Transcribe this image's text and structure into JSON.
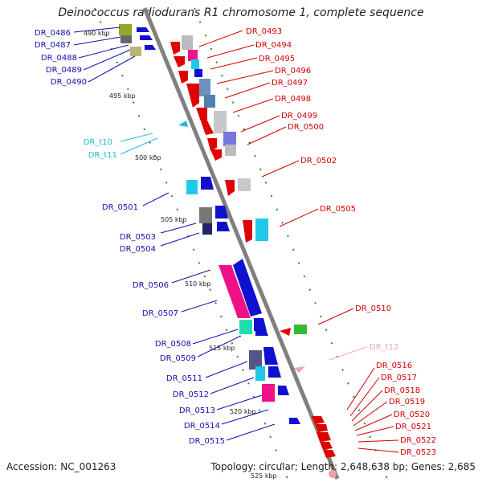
{
  "title": "Deinococcus radiodurans R1 chromosome 1, complete sequence",
  "accession": "Accession: NC_001263",
  "summary": "Topology: circular; Length: 2,648,638 bp; Genes: 2,685",
  "colors": {
    "forward_label": "#d40000",
    "reverse_label": "#1010b0",
    "trna_label": "#22bbdd",
    "pink_label": "#f0a0c8",
    "axis": "#808080",
    "tick": "#2a8a2a"
  },
  "scale_labels": [
    {
      "kbp": 490,
      "text": "490 kbp"
    },
    {
      "kbp": 495,
      "text": "495 kbp"
    },
    {
      "kbp": 500,
      "text": "500 kbp"
    },
    {
      "kbp": 505,
      "text": "505 kbp"
    },
    {
      "kbp": 510,
      "text": "510 kbp"
    },
    {
      "kbp": 515,
      "text": "515 kbp"
    },
    {
      "kbp": 520,
      "text": "520 kbp"
    },
    {
      "kbp": 525,
      "text": "525 kbp"
    }
  ],
  "left_labels": [
    {
      "text": "DR_0486",
      "color": "#1010b0"
    },
    {
      "text": "DR_0487",
      "color": "#1010b0"
    },
    {
      "text": "DR_0488",
      "color": "#1010b0"
    },
    {
      "text": "DR_0489",
      "color": "#1010b0"
    },
    {
      "text": "DR_0490",
      "color": "#1010b0"
    },
    {
      "text": "DR_t10",
      "color": "#22bbdd"
    },
    {
      "text": "DR_t11",
      "color": "#22bbdd"
    },
    {
      "text": "DR_0501",
      "color": "#1010b0"
    },
    {
      "text": "DR_0503",
      "color": "#1010b0"
    },
    {
      "text": "DR_0504",
      "color": "#1010b0"
    },
    {
      "text": "DR_0506",
      "color": "#1010b0"
    },
    {
      "text": "DR_0507",
      "color": "#1010b0"
    },
    {
      "text": "DR_0508",
      "color": "#1010b0"
    },
    {
      "text": "DR_0509",
      "color": "#1010b0"
    },
    {
      "text": "DR_0511",
      "color": "#1010b0"
    },
    {
      "text": "DR_0512",
      "color": "#1010b0"
    },
    {
      "text": "DR_0513",
      "color": "#1010b0"
    },
    {
      "text": "DR_0514",
      "color": "#1010b0"
    },
    {
      "text": "DR_0515",
      "color": "#1010b0"
    }
  ],
  "right_labels": [
    {
      "text": "DR_0493",
      "color": "#d40000"
    },
    {
      "text": "DR_0494",
      "color": "#d40000"
    },
    {
      "text": "DR_0495",
      "color": "#d40000"
    },
    {
      "text": "DR_0496",
      "color": "#d40000"
    },
    {
      "text": "DR_0497",
      "color": "#d40000"
    },
    {
      "text": "DR_0498",
      "color": "#d40000"
    },
    {
      "text": "DR_0499",
      "color": "#d40000"
    },
    {
      "text": "DR_0500",
      "color": "#d40000"
    },
    {
      "text": "DR_0502",
      "color": "#d40000"
    },
    {
      "text": "DR_0505",
      "color": "#d40000"
    },
    {
      "text": "DR_0510",
      "color": "#d40000"
    },
    {
      "text": "DR_t12",
      "color": "#f0a0c8"
    },
    {
      "text": "DR_0516",
      "color": "#d40000"
    },
    {
      "text": "DR_0517",
      "color": "#d40000"
    },
    {
      "text": "DR_0518",
      "color": "#d40000"
    },
    {
      "text": "DR_0519",
      "color": "#d40000"
    },
    {
      "text": "DR_0520",
      "color": "#d40000"
    },
    {
      "text": "DR_0521",
      "color": "#d40000"
    },
    {
      "text": "DR_0522",
      "color": "#d40000"
    },
    {
      "text": "DR_0523",
      "color": "#d40000"
    }
  ]
}
